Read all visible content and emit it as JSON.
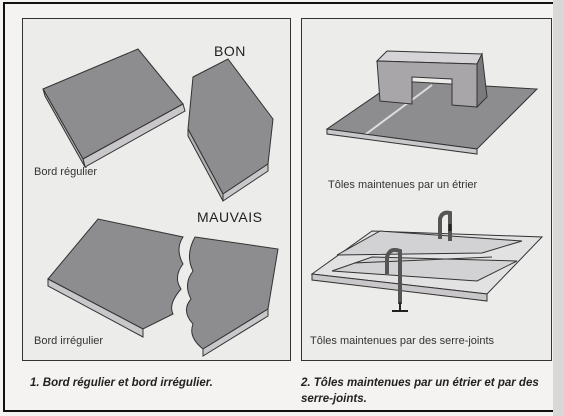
{
  "figure1": {
    "good_label": "BON",
    "bad_label": "MAUVAIS",
    "regular_edge": "Bord régulier",
    "irregular_edge": "Bord irrégulier",
    "caption": "1. Bord régulier et bord irrégulier."
  },
  "figure2": {
    "stirrup_label": "Tôles maintenues par un étrier",
    "clamps_label": "Tôles maintenues par des serre-joints",
    "caption": "2. Tôles maintenues par un étrier et par des serre-joints."
  },
  "colors": {
    "sheet_fill": "#8d8c8f",
    "sheet_edge": "#c9c7c9",
    "panel_bg": "#ececeb"
  }
}
